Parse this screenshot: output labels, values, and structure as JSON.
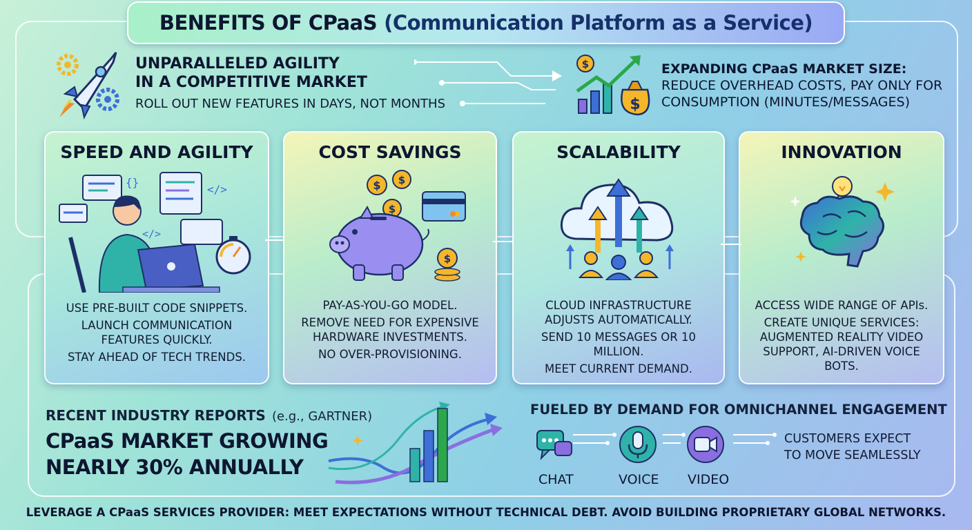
{
  "header": {
    "title_main": "BENEFITS OF CPaaS",
    "title_paren": "(Communication Platform as a Service)"
  },
  "top_left": {
    "line1": "UNPARALLELED AGILITY",
    "line2": "IN A COMPETITIVE MARKET",
    "line3": "ROLL OUT NEW FEATURES IN DAYS, NOT MONTHS"
  },
  "top_right": {
    "line1": "EXPANDING CPaaS MARKET SIZE:",
    "line2": "REDUCE OVERHEAD COSTS, PAY ONLY FOR",
    "line3": "CONSUMPTION (MINUTES/MESSAGES)"
  },
  "cards": [
    {
      "title": "SPEED AND AGILITY",
      "lines": [
        "USE PRE-BUILT CODE SNIPPETS.",
        "LAUNCH COMMUNICATION FEATURES QUICKLY.",
        "STAY AHEAD OF TECH TRENDS."
      ],
      "icon": "developer-laptop-icon"
    },
    {
      "title": "COST SAVINGS",
      "lines": [
        "PAY-AS-YOU-GO MODEL.",
        "REMOVE NEED FOR EXPENSIVE HARDWARE INVESTMENTS.",
        "NO OVER-PROVISIONING."
      ],
      "icon": "piggy-bank-icon"
    },
    {
      "title": "SCALABILITY",
      "lines": [
        "CLOUD INFRASTRUCTURE ADJUSTS AUTOMATICALLY.",
        "SEND 10 MESSAGES OR 10 MILLION.",
        "MEET CURRENT DEMAND."
      ],
      "icon": "cloud-scale-icon"
    },
    {
      "title": "INNOVATION",
      "lines": [
        "ACCESS WIDE RANGE OF APIs.",
        "CREATE UNIQUE SERVICES: AUGMENTED REALITY VIDEO SUPPORT, AI-DRIVEN VOICE BOTS."
      ],
      "icon": "brain-bulb-icon"
    }
  ],
  "bottom_left": {
    "line1_main": "RECENT INDUSTRY REPORTS",
    "line1_note": "(e.g., GARTNER)",
    "big1": "CPaaS MARKET GROWING",
    "big2": "NEARLY 30% ANNUALLY"
  },
  "bottom_right": {
    "heading": "FUELED BY DEMAND FOR OMNICHANNEL ENGAGEMENT",
    "channels": [
      "CHAT",
      "VOICE",
      "VIDEO"
    ],
    "note1": "CUSTOMERS EXPECT",
    "note2": "TO MOVE SEAMLESSLY"
  },
  "footer": "LEVERAGE A CPaaS SERVICES PROVIDER: MEET EXPECTATIONS WITHOUT TECHNICAL DEBT. AVOID BUILDING PROPRIETARY GLOBAL NETWORKS.",
  "colors": {
    "gold": "#f4b72a",
    "teal": "#2fb3a8",
    "blue": "#3d6fd6",
    "purple": "#8a6ee0"
  }
}
